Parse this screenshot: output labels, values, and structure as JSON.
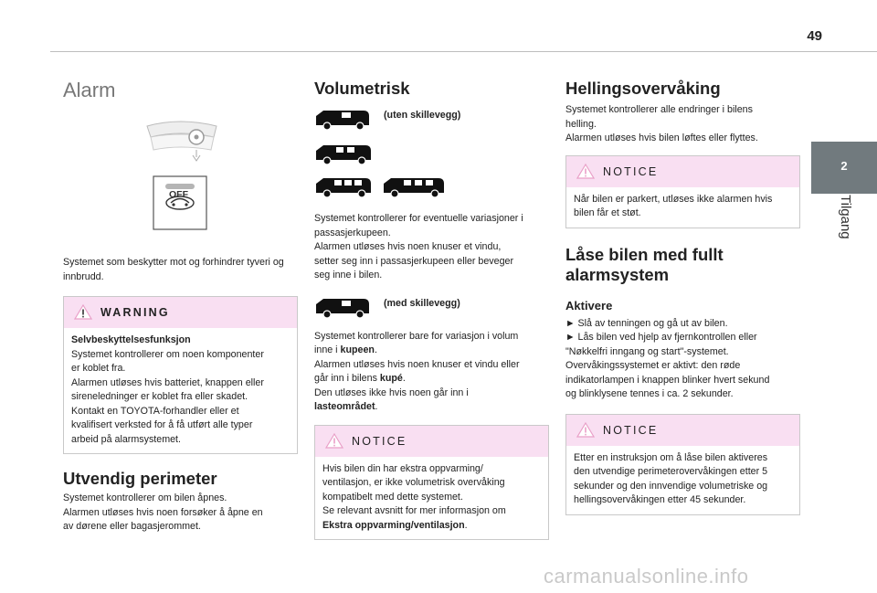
{
  "page": {
    "number": "49",
    "chapter_tab": "2",
    "chapter_label": "Tilgang"
  },
  "colors": {
    "notice_bg": "#f9dff2",
    "tab_bg": "#717a7e",
    "warning_icon": "#e9a0c8"
  },
  "col1": {
    "title": "Alarm",
    "intro": "Systemet som beskytter mot og forhindrer tyveri og innbrudd.",
    "off_label": "OFF",
    "warning": {
      "label": "WARNING",
      "heading": "Selvbeskyttelsesfunksjon",
      "lines": [
        "Systemet kontrollerer om noen komponenter",
        "er koblet fra.",
        "Alarmen utløses hvis batteriet, knappen eller",
        "sireneledninger er koblet fra eller skadet.",
        "Kontakt en TOYOTA-forhandler eller et",
        "kvalifisert verksted for å få utført alle typer",
        "arbeid på alarmsystemet."
      ]
    },
    "perimeter": {
      "heading": "Utvendig perimeter",
      "lines": [
        "Systemet kontrollerer om bilen åpnes.",
        "Alarmen utløses hvis noen forsøker å åpne en",
        "av dørene eller bagasjerommet."
      ]
    }
  },
  "col2": {
    "heading": "Volumetrisk",
    "caption_without": "(uten skillevegg)",
    "desc_without": [
      "Systemet kontrollerer for eventuelle variasjoner i",
      "passasjerkupeen.",
      "Alarmen utløses hvis noen knuser et vindu,",
      "setter seg inn i passasjerkupeen eller beveger",
      "seg inne i bilen."
    ],
    "caption_with": "(med skillevegg)",
    "desc_with": {
      "l1": "Systemet kontrollerer bare for variasjon i volum",
      "l2a": "inne i ",
      "l2b": "kupeen",
      "l2c": ".",
      "l3": "Alarmen utløses hvis noen knuser et vindu eller",
      "l4a": "går inn i bilens ",
      "l4b": "kupé",
      "l4c": ".",
      "l5": "Den utløses ikke hvis noen går inn i",
      "l6a": "lasteområdet",
      "l6b": "."
    },
    "notice": {
      "label": "NOTICE",
      "l1": "Hvis bilen din har ekstra oppvarming/",
      "l2": "ventilasjon, er ikke volumetrisk overvåking",
      "l3": "kompatibelt med dette systemet.",
      "l4": "Se relevant avsnitt for mer informasjon om",
      "l5a": "Ekstra oppvarming/ventilasjon",
      "l5b": "."
    }
  },
  "col3": {
    "heading": "Hellingsovervåking",
    "lines": [
      "Systemet kontrollerer alle endringer i bilens",
      "helling.",
      "Alarmen utløses hvis bilen løftes eller flyttes."
    ],
    "notice1": {
      "label": "NOTICE",
      "lines": [
        "Når bilen er parkert, utløses ikke alarmen hvis",
        "bilen får et støt."
      ]
    },
    "lock_heading_1": "Låse bilen med fullt",
    "lock_heading_2": "alarmsystem",
    "activate_heading": "Aktivere",
    "activate_lines": [
      "►  Slå av tenningen og gå ut av bilen.",
      "►  Lås bilen ved hjelp av fjernkontrollen eller",
      "\"Nøkkelfri inngang og start\"-systemet.",
      "Overvåkingssystemet er aktivt: den røde",
      "indikatorlampen i knappen blinker hvert sekund",
      "og blinklysene tennes i ca. 2 sekunder."
    ],
    "notice2": {
      "label": "NOTICE",
      "lines": [
        "Etter en instruksjon om å låse bilen aktiveres",
        "den utvendige perimeterovervåkingen etter 5",
        "sekunder og den innvendige volumetriske og",
        "hellingsovervåkingen etter 45 sekunder."
      ]
    }
  },
  "watermark": "carmanualsonline.info"
}
